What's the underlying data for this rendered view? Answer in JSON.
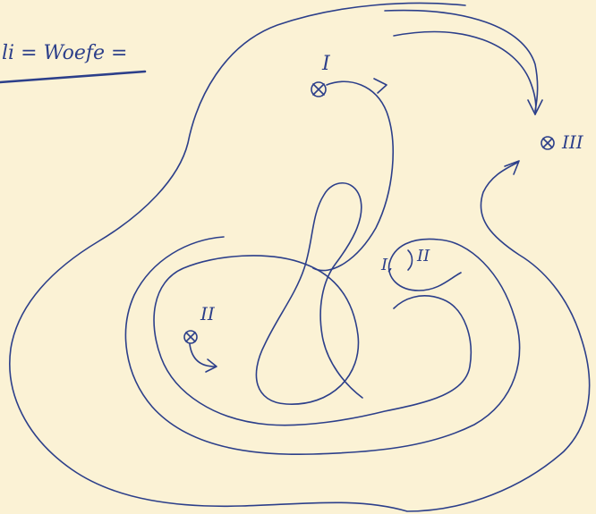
{
  "header": {
    "title": "li = Woefe ="
  },
  "labels": {
    "source_I": "I",
    "source_II": "II",
    "source_III": "III",
    "inner_I": "I,",
    "inner_II": "II"
  },
  "symbols": {
    "source_marker": "⊗"
  },
  "colors": {
    "paper": "#fbf2d5",
    "ink": "#2c3f8a"
  },
  "icons": [
    "source-marker-icon",
    "arrowhead-icon"
  ]
}
